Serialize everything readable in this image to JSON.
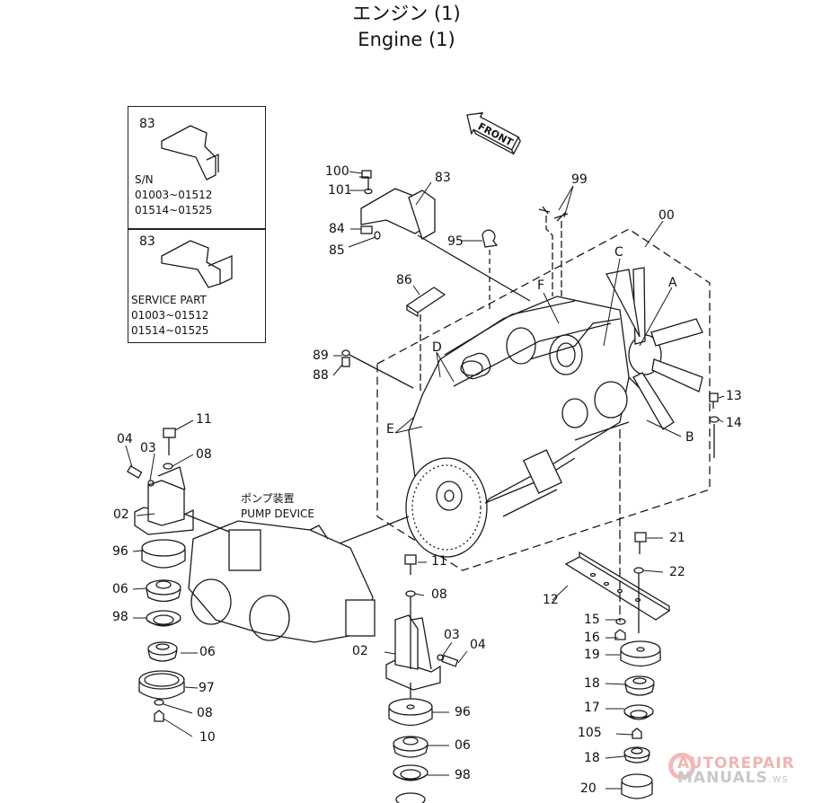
{
  "title": {
    "japanese": "エンジン (1)",
    "english": "Engine (1)"
  },
  "front_marker": "FRONT",
  "inset_boxes": [
    {
      "part": "83",
      "caption": "S/N",
      "serials": [
        "01003~01512",
        "01514~01525"
      ]
    },
    {
      "part": "83",
      "caption": "SERVICE PART",
      "serials": [
        "01003~01512",
        "01514~01525"
      ]
    }
  ],
  "pump_device": {
    "japanese": "ポンプ装置",
    "english": "PUMP DEVICE"
  },
  "callouts": {
    "c100": "100",
    "c101": "101",
    "c83": "83",
    "c84": "84",
    "c85": "85",
    "c95": "95",
    "c99": "99",
    "c00": "00",
    "c86": "86",
    "c89": "89",
    "c88": "88",
    "cA": "A",
    "cB": "B",
    "cC": "C",
    "cD": "D",
    "cE": "E",
    "cF": "F",
    "c13": "13",
    "c14": "14",
    "l11": "11",
    "l04": "04",
    "l03": "03",
    "l08": "08",
    "l02": "02",
    "l96": "96",
    "l06a": "06",
    "l98": "98",
    "l06b": "06",
    "l97": "97",
    "l08b": "08",
    "l10": "10",
    "m11": "11",
    "m08": "08",
    "m03": "03",
    "m04": "04",
    "m02": "02",
    "m96": "96",
    "m06": "06",
    "m98": "98",
    "r21": "21",
    "r22": "22",
    "r12": "12",
    "r15": "15",
    "r16": "16",
    "r19": "19",
    "r18a": "18",
    "r17": "17",
    "r105": "105",
    "r18b": "18",
    "r20": "20"
  },
  "watermark": {
    "line1": "AUTOREPAIR",
    "line2": "MANUALS",
    "suffix": ".ws"
  }
}
